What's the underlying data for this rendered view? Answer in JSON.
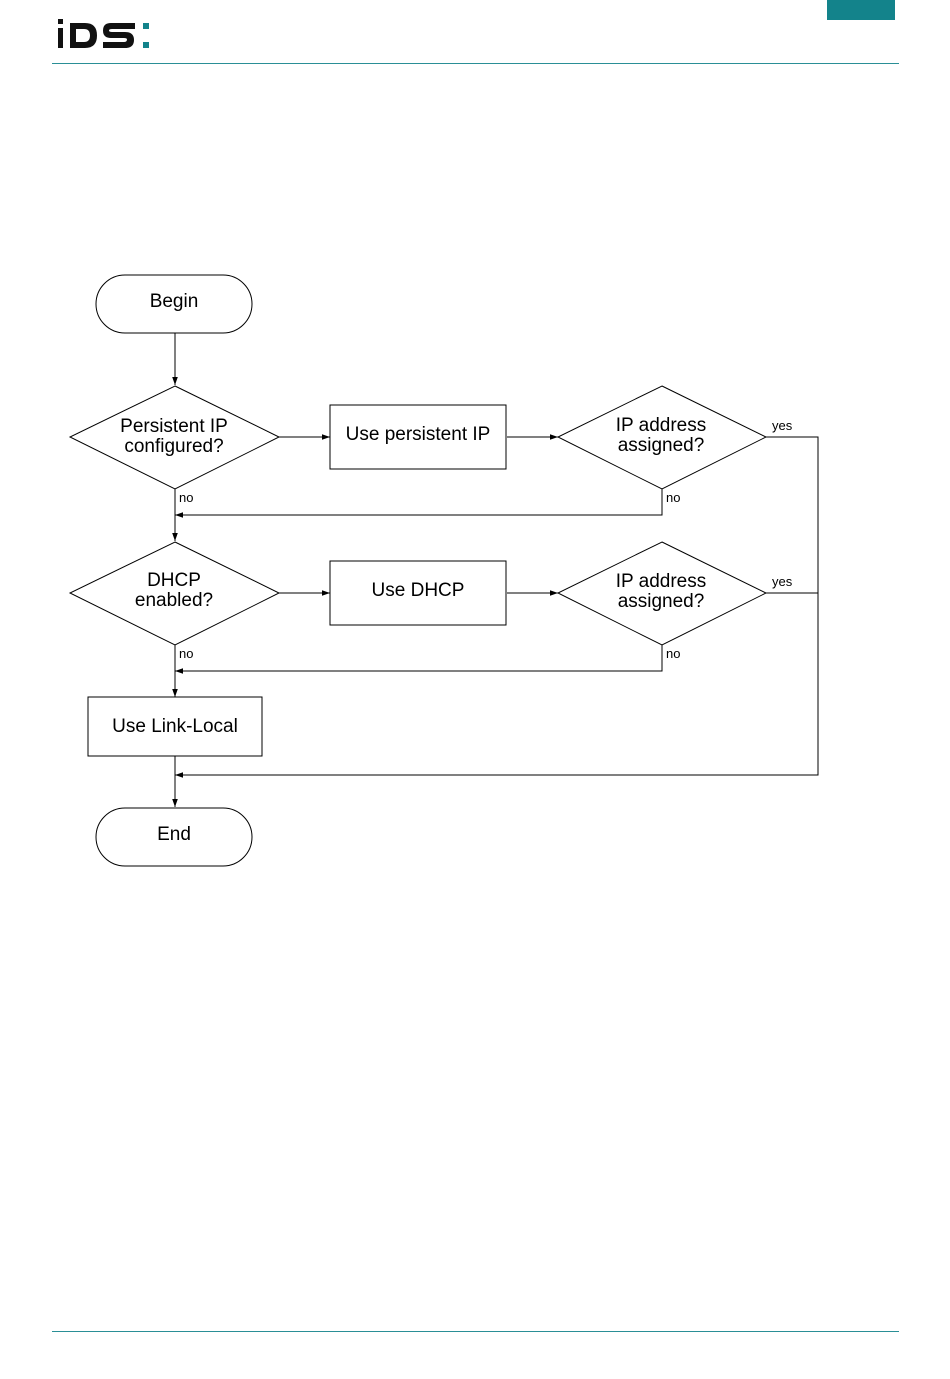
{
  "brand": {
    "logo_text": "IDS",
    "accent_color": "#13838b",
    "line_color": "#2a8f96"
  },
  "flowchart": {
    "begin": "Begin",
    "end": "End",
    "decision_persistent": [
      "Persistent IP",
      "configured?"
    ],
    "process_persistent": "Use persistent IP",
    "decision_assigned_1": [
      "IP address",
      "assigned?"
    ],
    "decision_dhcp": [
      "DHCP",
      "enabled?"
    ],
    "process_dhcp": "Use DHCP",
    "decision_assigned_2": [
      "IP address",
      "assigned?"
    ],
    "process_linklocal": "Use Link-Local",
    "labels": {
      "yes": "yes",
      "no": "no"
    }
  }
}
